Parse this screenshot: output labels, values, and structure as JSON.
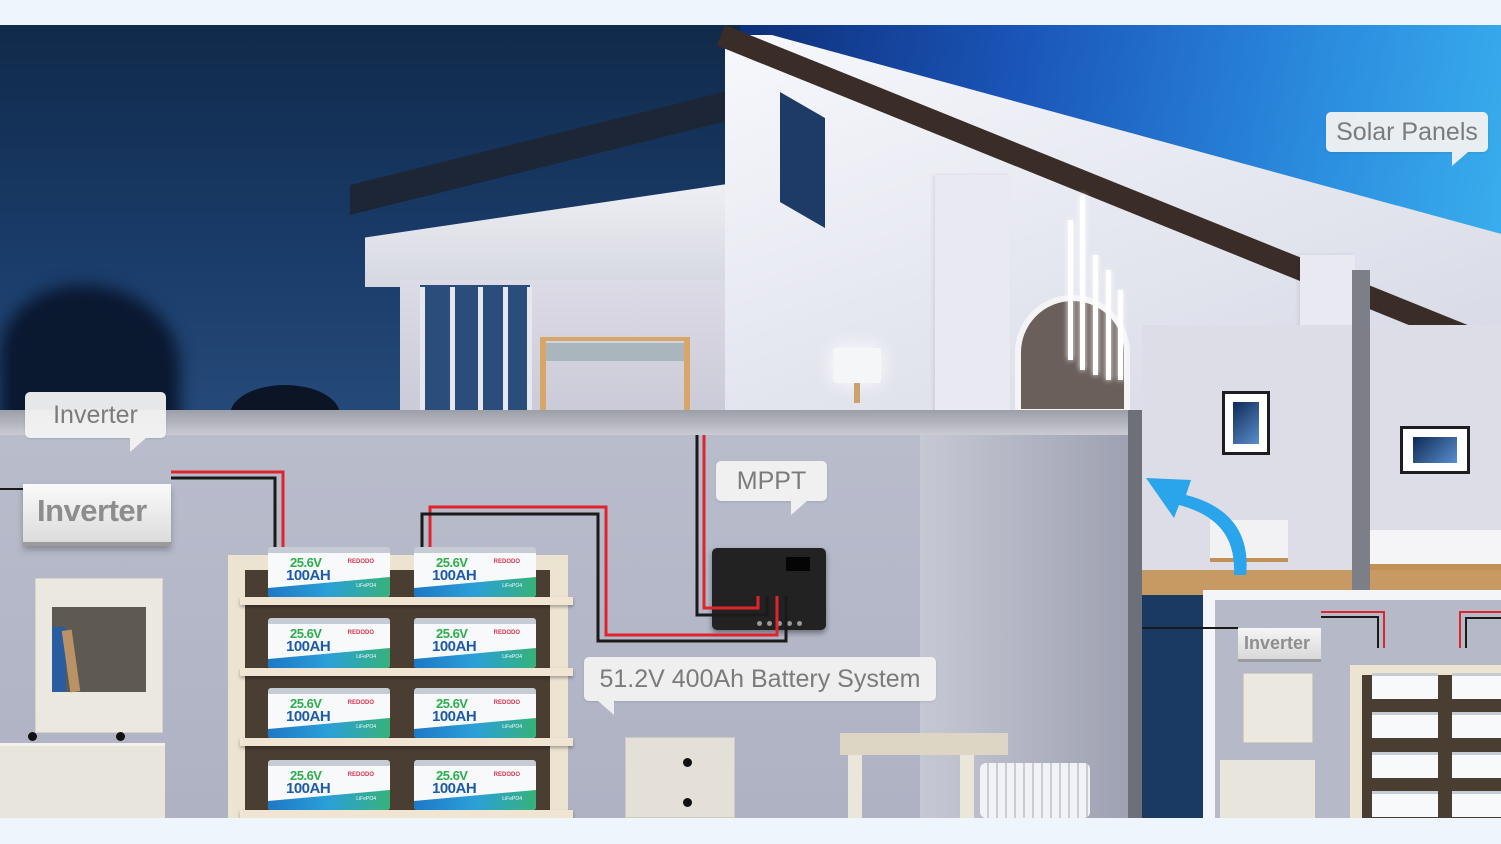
{
  "scene": {
    "description": "Cutaway illustration of a house with a solar energy storage system",
    "colors": {
      "sky_night": "#1a3c6a",
      "sky_day": "#2c8fe0",
      "wire_positive": "#e0242c",
      "wire_negative": "#1a1a1a",
      "arrow_blue": "#2aa4ea",
      "battery_volt_green": "#2bae4a",
      "battery_cap_blue": "#1d5aa8",
      "callout_bg": "#f2f2f2",
      "callout_text": "#7b7b7b"
    }
  },
  "callouts": {
    "solar_panels": "Solar Panels",
    "inverter": "Inverter",
    "mppt": "MPPT",
    "battery_system": "51.2V 400Ah Battery System"
  },
  "devices": {
    "inverter_label": "Inverter",
    "inset_inverter_label": "Inverter"
  },
  "batteries": [
    {
      "voltage": "25.6V",
      "capacity": "100AH",
      "brand": "REDODO",
      "chemistry": "LiFePO4"
    },
    {
      "voltage": "25.6V",
      "capacity": "100AH",
      "brand": "REDODO",
      "chemistry": "LiFePO4"
    },
    {
      "voltage": "25.6V",
      "capacity": "100AH",
      "brand": "REDODO",
      "chemistry": "LiFePO4"
    },
    {
      "voltage": "25.6V",
      "capacity": "100AH",
      "brand": "REDODO",
      "chemistry": "LiFePO4"
    },
    {
      "voltage": "25.6V",
      "capacity": "100AH",
      "brand": "REDODO",
      "chemistry": "LiFePO4"
    },
    {
      "voltage": "25.6V",
      "capacity": "100AH",
      "brand": "REDODO",
      "chemistry": "LiFePO4"
    },
    {
      "voltage": "25.6V",
      "capacity": "100AH",
      "brand": "REDODO",
      "chemistry": "LiFePO4"
    },
    {
      "voltage": "25.6V",
      "capacity": "100AH",
      "brand": "REDODO",
      "chemistry": "LiFePO4"
    }
  ]
}
